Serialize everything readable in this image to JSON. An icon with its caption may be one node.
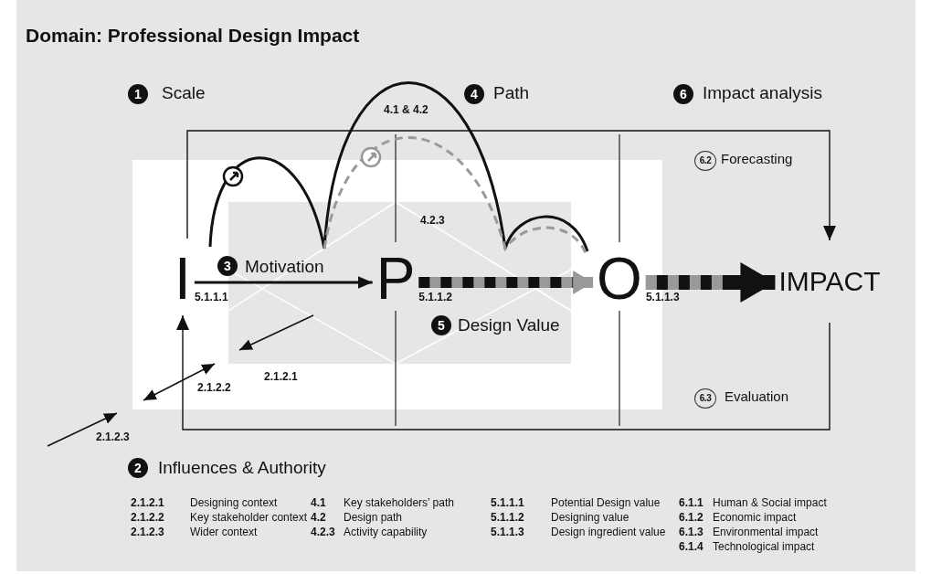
{
  "diagram": {
    "title": "Domain: Professional Design Impact",
    "nodes": [
      {
        "text": [
          "I"
        ]
      },
      {
        "text": [
          "P"
        ]
      },
      {
        "text": [
          "O"
        ]
      },
      {
        "text": [
          "IMPACT"
        ]
      }
    ],
    "edges": [
      {
        "from": 0,
        "to": 1,
        "arrow": "to",
        "label": "5.1.1.1"
      },
      {
        "from": 1,
        "to": 2,
        "arrow": "to",
        "label": "5.1.1.2",
        "style": "thick",
        "color": "#999999"
      },
      {
        "from": 2,
        "to": 3,
        "arrow": "to",
        "label": "5.1.1.3",
        "style": "thick"
      },
      {
        "from": 0,
        "to": 3,
        "arrow": "to"
      },
      {
        "from": 3,
        "to": 0,
        "arrow": "to"
      }
    ],
    "labels": [
      "1",
      "Scale",
      "4",
      "Path",
      "6",
      "Impact analysis",
      "4.1 & 4.2",
      "6.2",
      "Forecasting",
      "4.2.3",
      "3",
      "Motivation",
      "5",
      "Design Value",
      "2.1.2.1",
      "2.1.2.2",
      "6.3",
      "Evaluation",
      "2.1.2.3",
      "2",
      "Influences & Authority",
      "2.1.2.1",
      "Designing context",
      "2.1.2.2",
      "Key stakeholder context",
      "2.1.2.3",
      "Wider context",
      "4.1",
      "Key stakeholders’ path",
      "4.2",
      "Design path",
      "4.2.3",
      "Activity capability",
      "5.1.1.1",
      "Potential Design value",
      "5.1.1.2",
      "Designing value",
      "5.1.1.3",
      "Design ingredient value",
      "6.1.1",
      "Human & Social impact",
      "6.1.2",
      "Economic impact",
      "6.1.3",
      "Environmental impact",
      "6.1.4",
      "Technological impact"
    ]
  }
}
